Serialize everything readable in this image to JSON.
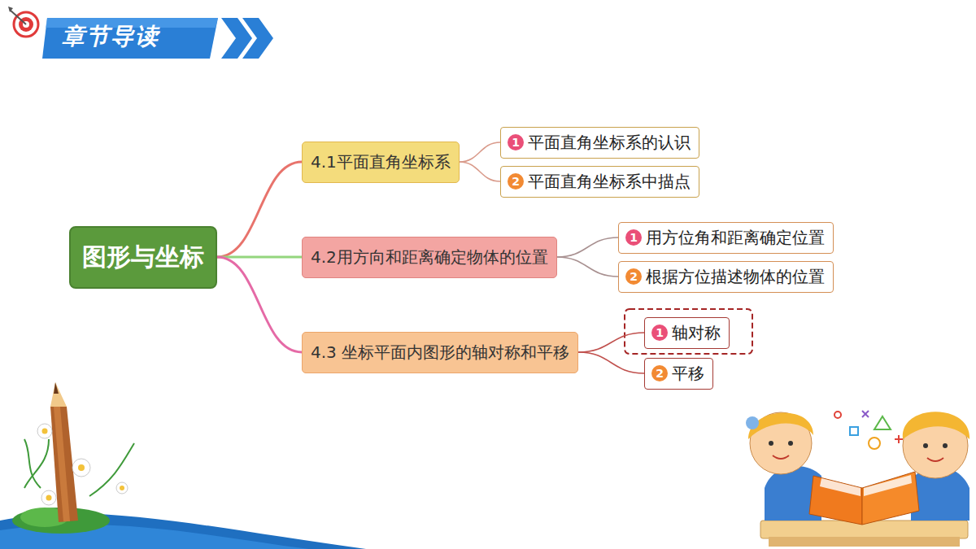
{
  "diagram": {
    "title": "章节导读",
    "nodes": [
      {
        "text": [
          "图形与坐标"
        ]
      },
      {
        "text": [
          "4.1平面直角坐标系"
        ]
      },
      {
        "text": [
          "1",
          "平面直角坐标系的认识"
        ]
      },
      {
        "text": [
          "2",
          "平面直角坐标系中描点"
        ]
      },
      {
        "text": [
          "4.2用方向和距离确定物体的位置"
        ]
      },
      {
        "text": [
          "1",
          "用方位角和距离确定位置"
        ]
      },
      {
        "text": [
          "2",
          "根据方位描述物体的位置"
        ]
      },
      {
        "text": [
          "4.3 坐标平面内图形的轴对称和平移"
        ]
      },
      {
        "text": [
          "1",
          "轴对称"
        ]
      },
      {
        "text": [
          "2",
          "平移"
        ]
      }
    ],
    "edges": [
      {
        "from": 0,
        "to": 1,
        "arrow": "none"
      },
      {
        "from": 0,
        "to": 4,
        "arrow": "none"
      },
      {
        "from": 0,
        "to": 7,
        "arrow": "none"
      },
      {
        "from": 1,
        "to": 2,
        "arrow": "none"
      },
      {
        "from": 1,
        "to": 3,
        "arrow": "none"
      },
      {
        "from": 4,
        "to": 5,
        "arrow": "none"
      },
      {
        "from": 4,
        "to": 6,
        "arrow": "none"
      },
      {
        "from": 7,
        "to": 8,
        "arrow": "none"
      },
      {
        "from": 7,
        "to": 9,
        "arrow": "none"
      }
    ]
  }
}
